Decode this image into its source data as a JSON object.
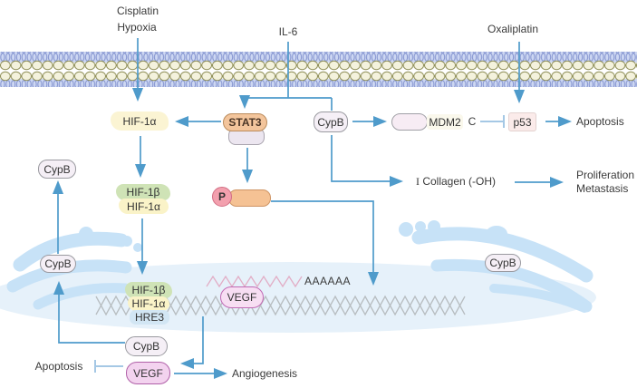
{
  "stimuli": {
    "cisplatin": "Cisplatin",
    "hypoxia": "Hypoxia",
    "il6": "IL-6",
    "oxaliplatin": "Oxaliplatin"
  },
  "cytoplasm": {
    "hif1a_top": "HIF-1α",
    "stat3": "STAT3",
    "cypb_receptor": "CypB",
    "mdm2": "MDM2",
    "mdm2_c": "C",
    "p53": "p53",
    "apoptosis_right": "Apoptosis",
    "collagen_prefix": "I",
    "collagen_rest": " Collagen (-OH)",
    "proliferation": "Proliferation",
    "metastasis": "Metastasis",
    "phospho": "P",
    "dimer_hif1b": "HIF-1β",
    "dimer_hif1a": "HIF-1α",
    "cypb_top_left": "CypB",
    "cypb_er_left": "CypB",
    "cypb_er_right": "CypB"
  },
  "nucleus": {
    "hif1b": "HIF-1β",
    "hif1a": "HIF-1α",
    "hre": "HRE3",
    "vegf_gene": "VEGF",
    "poly_a": "AAAAAA"
  },
  "outputs": {
    "cypb_bottom": "CypB",
    "vegf_bottom": "VEGF",
    "apoptosis_bottom": "Apoptosis",
    "angiogenesis": "Angiogenesis"
  },
  "colors": {
    "arrow_blue": "#4f9bcb",
    "inhibit_light_blue": "#a5c8e5",
    "membrane_band": "#cdd7f2",
    "membrane_head_fill": "#f4f2dd",
    "membrane_head_stroke": "#8f8f58",
    "nucleus_fill": "#e6f1fa",
    "er_fill": "#c7e2f7",
    "dna_gray": "#b7bdc0",
    "mrna_pink": "#e2aec6",
    "stat3_fill": "#f3c59c",
    "hif_yellow": "#fbf4d3",
    "hif_green": "#cfe3b6",
    "vegf_pink": "#f7def3",
    "p_circle_pink": "#f3a0ae",
    "p_bar_orange": "#f5c294",
    "p53_fill": "#fbebea"
  }
}
